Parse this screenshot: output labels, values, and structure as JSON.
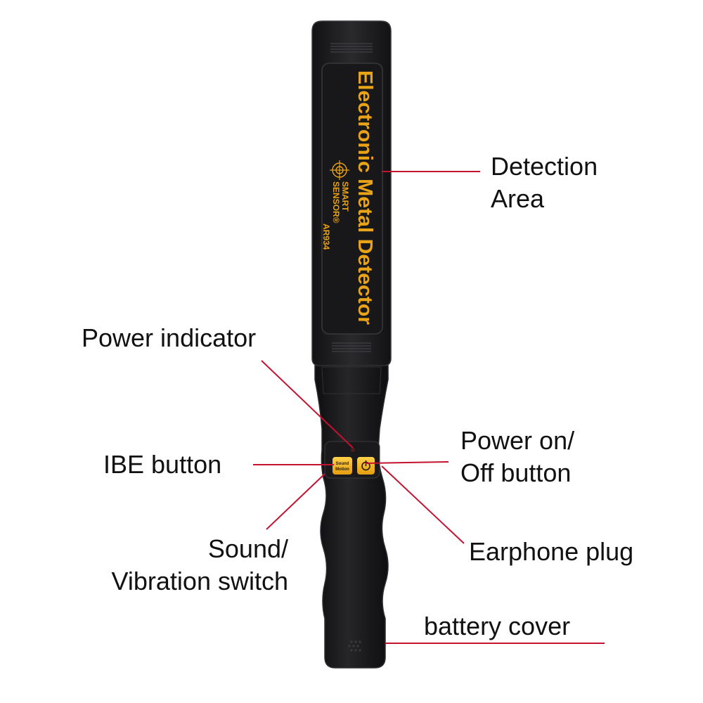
{
  "device": {
    "title": "Electronic Metal Detector",
    "brand_line1": "SMART",
    "brand_line2": "SENSOR®",
    "model": "AR934",
    "ibe_button_text_1": "Sound",
    "ibe_button_text_2": "Motion",
    "power_symbol": "⏻"
  },
  "labels": {
    "detection_area": [
      "Detection",
      "Area"
    ],
    "power_indicator": "Power indicator",
    "ibe_button": "IBE button",
    "power_button": [
      "Power on/",
      "Off button"
    ],
    "earphone_plug": "Earphone plug",
    "sound_vibration": [
      "Sound/",
      "Vibration switch"
    ],
    "battery_cover": "battery cover"
  },
  "colors": {
    "body": "#1c1c1e",
    "body_edge": "#2e2e31",
    "text_gold": "#e8a317",
    "button_yellow": "#f2b51d",
    "leader_red": "#c4122f"
  }
}
